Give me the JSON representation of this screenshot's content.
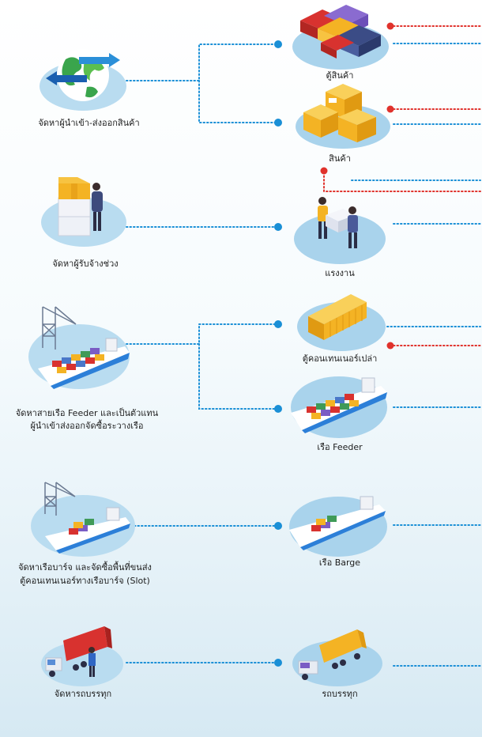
{
  "left_labels": {
    "importer": "จัดหาผู้นำเข้า-ส่งออกสินค้า",
    "subcontractor": "จัดหาผู้รับจ้างช่วง",
    "feeder_line1": "จัดหาสายเรือ Feeder และเป็นตัวแทน",
    "feeder_line2": "ผู้นำเข้าส่งออกจัดซื้อระวางเรือ",
    "barge_line1": "จัดหาเรือบาร์จ และจัดซื้อพื้นที่ขนส่ง",
    "barge_line2": "ตู้คอนเทนเนอร์ทางเรือบาร์จ (Slot)",
    "truck": "จัดหารถบรรทุก"
  },
  "right_labels": {
    "goods_container": "ตู้สินค้า",
    "goods": "สินค้า",
    "labor": "แรงงาน",
    "empty_container": "ตู้คอนเทนเนอร์เปล่า",
    "feeder_ship": "เรือ Feeder",
    "barge_ship": "เรือ Barge",
    "truck": "รถบรรทุก"
  },
  "colors": {
    "connector_blue": "#1a8fd6",
    "connector_red": "#e0322c",
    "platform": "#b9dcf0"
  }
}
